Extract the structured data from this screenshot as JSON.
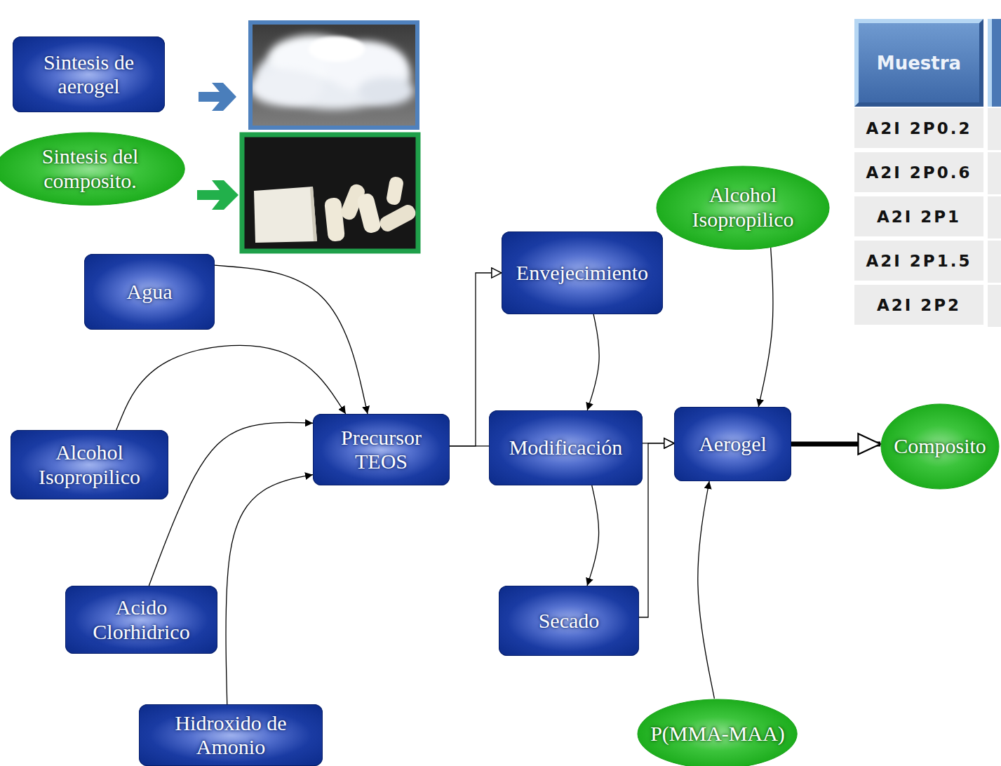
{
  "diagram": {
    "nodes": [
      {
        "text": [
          "Sintesis de aerogel"
        ]
      },
      {
        "text": [
          "Sintesis del composito."
        ]
      },
      {
        "text": [
          "Alcohol Isopropilico"
        ]
      },
      {
        "text": [
          "Envejecimiento"
        ]
      },
      {
        "text": [
          "Agua"
        ]
      },
      {
        "text": [
          "Precursor TEOS"
        ]
      },
      {
        "text": [
          "Modificación"
        ]
      },
      {
        "text": [
          "Aerogel"
        ]
      },
      {
        "text": [
          "Composito"
        ]
      },
      {
        "text": [
          "Alcohol Isopropilico"
        ]
      },
      {
        "text": [
          "Secado"
        ]
      },
      {
        "text": [
          "Acido Clorhidrico"
        ]
      },
      {
        "text": [
          "Hidroxido de Amonio"
        ]
      },
      {
        "text": [
          "P(MMA-MAA)"
        ]
      }
    ],
    "edges": [
      {
        "from": 4,
        "to": 5,
        "arrow": "to"
      },
      {
        "from": 9,
        "to": 5,
        "arrow": "to"
      },
      {
        "from": 11,
        "to": 5,
        "arrow": "to"
      },
      {
        "from": 12,
        "to": 5,
        "arrow": "to"
      },
      {
        "from": 5,
        "to": 3,
        "arrow": "to"
      },
      {
        "from": 5,
        "to": 6,
        "arrow": "none"
      },
      {
        "from": 3,
        "to": 6,
        "arrow": "to"
      },
      {
        "from": 6,
        "to": 10,
        "arrow": "to"
      },
      {
        "from": 6,
        "to": 7,
        "arrow": "to"
      },
      {
        "from": 10,
        "to": 7,
        "arrow": "to"
      },
      {
        "from": 2,
        "to": 7,
        "arrow": "to"
      },
      {
        "from": 13,
        "to": 7,
        "arrow": "to"
      },
      {
        "from": 7,
        "to": 8,
        "arrow": "to"
      }
    ],
    "labels": [
      "Muestra",
      "A2I 2P0.2",
      "A2I 2P0.6",
      "A2I 2P1",
      "A2I 2P1.5",
      "A2I 2P2"
    ]
  }
}
